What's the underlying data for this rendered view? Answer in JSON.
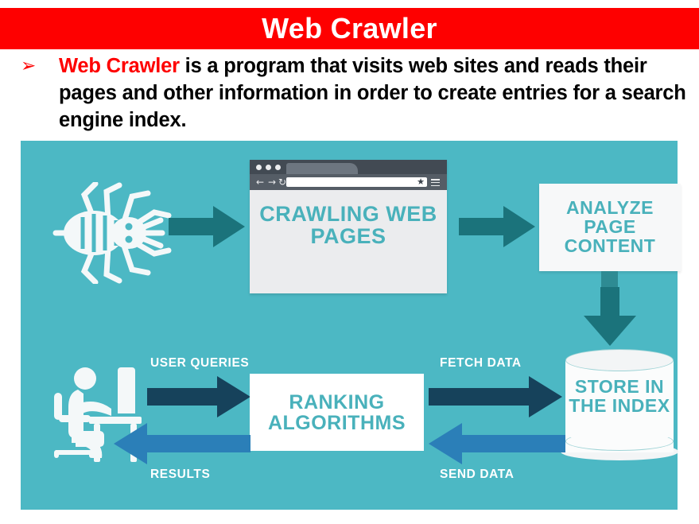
{
  "slide": {
    "title": "Web Crawler",
    "bullet": {
      "marker": "➢",
      "highlight": "Web Crawler",
      "text": " is a program that visits web sites and reads their pages and other information in order to create entries for a search engine index."
    }
  },
  "diagram": {
    "spider_icon": "spider-icon",
    "browser": {
      "url_value": "",
      "star_icon": "★",
      "back_icon": "←",
      "forward_icon": "→",
      "reload_icon": "↻",
      "label": "CRAWLING WEB PAGES"
    },
    "analyze": {
      "label": "ANALYZE PAGE CONTENT"
    },
    "database": {
      "label": "STORE IN THE INDEX"
    },
    "ranking": {
      "label": "RANKING ALGORITHMS"
    },
    "person_icon": "person-at-desk-icon",
    "labels": {
      "user_queries": "USER QUERIES",
      "results": "RESULTS",
      "fetch_data": "FETCH DATA",
      "send_data": "SEND DATA"
    }
  },
  "colors": {
    "title_bar": "#fe0000",
    "panel": "#4cb8c4",
    "card_text": "#49b1bb",
    "arrow_dark_teal": "#1b737b",
    "arrow_navy": "#16425b",
    "arrow_blue": "#2b7fb8",
    "highlight_red": "#fe0000"
  }
}
